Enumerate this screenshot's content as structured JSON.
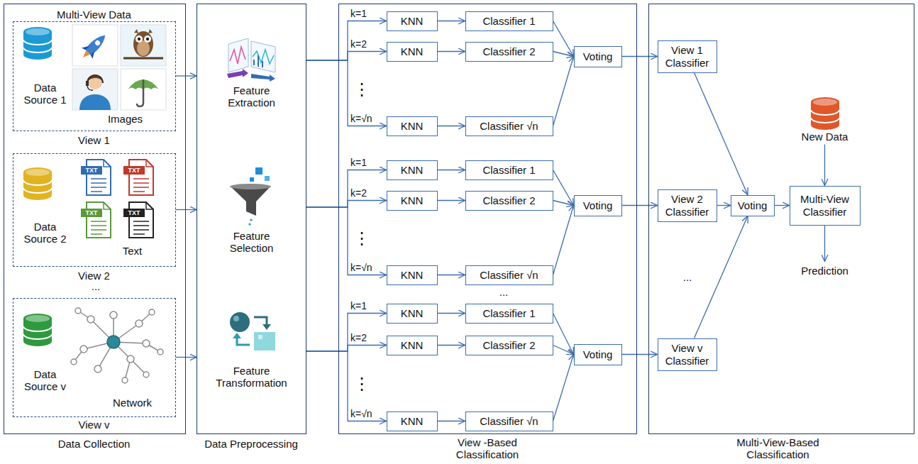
{
  "diagram": {
    "nodes": [
      {
        "text": [
          "Multi-View Data",
          "Data Collection"
        ]
      },
      {
        "text": [
          "Data Source 1",
          "Images",
          "View 1"
        ],
        "in": 0
      },
      {
        "text": [
          "Data Source 2",
          "Text",
          "View 2"
        ],
        "in": 0
      },
      {
        "text": [
          "Data Source v",
          "Network",
          "View v"
        ],
        "in": 0
      },
      {
        "text": [
          "Feature Extraction",
          "Feature Selection",
          "Feature Transformation",
          "Data Preprocessing"
        ]
      },
      {
        "text": [
          "View -Based Classification"
        ]
      },
      {
        "text": [
          "KNN"
        ],
        "in": 5
      },
      {
        "text": [
          "Classifier 1"
        ],
        "in": 5
      },
      {
        "text": [
          "KNN"
        ],
        "in": 5
      },
      {
        "text": [
          "Classifier 2"
        ],
        "in": 5
      },
      {
        "text": [
          "KNN"
        ],
        "in": 5
      },
      {
        "text": [
          "Classifier √n"
        ],
        "in": 5
      },
      {
        "text": [
          "Voting"
        ],
        "in": 5
      },
      {
        "text": [
          "KNN"
        ],
        "in": 5
      },
      {
        "text": [
          "Classifier 1"
        ],
        "in": 5
      },
      {
        "text": [
          "KNN"
        ],
        "in": 5
      },
      {
        "text": [
          "Classifier 2"
        ],
        "in": 5
      },
      {
        "text": [
          "KNN"
        ],
        "in": 5
      },
      {
        "text": [
          "Classifier √n"
        ],
        "in": 5
      },
      {
        "text": [
          "Voting"
        ],
        "in": 5
      },
      {
        "text": [
          "KNN"
        ],
        "in": 5
      },
      {
        "text": [
          "Classifier 1"
        ],
        "in": 5
      },
      {
        "text": [
          "KNN"
        ],
        "in": 5
      },
      {
        "text": [
          "Classifier 2"
        ],
        "in": 5
      },
      {
        "text": [
          "KNN"
        ],
        "in": 5
      },
      {
        "text": [
          "Classifier √n"
        ],
        "in": 5
      },
      {
        "text": [
          "Voting"
        ],
        "in": 5
      },
      {
        "text": [
          "Multi-View-Based Classification"
        ]
      },
      {
        "text": [
          "View 1 Classifier"
        ],
        "in": 27
      },
      {
        "text": [
          "View 2 Classifier"
        ],
        "in": 27
      },
      {
        "text": [
          "View v Classifier"
        ],
        "in": 27
      },
      {
        "text": [
          "Voting"
        ],
        "in": 27
      },
      {
        "text": [
          "New Data"
        ],
        "in": 27
      },
      {
        "text": [
          "Multi-View Classifier"
        ],
        "in": 27
      },
      {
        "text": [
          "Prediction"
        ],
        "in": 27
      }
    ],
    "edges": [
      {
        "from": 1,
        "to": 4,
        "arrow": "to"
      },
      {
        "from": 2,
        "to": 4,
        "arrow": "to"
      },
      {
        "from": 3,
        "to": 4,
        "arrow": "to"
      },
      {
        "from": 4,
        "to": 6,
        "arrow": "to",
        "label": "k=1"
      },
      {
        "from": 4,
        "to": 8,
        "arrow": "to",
        "label": "k=2"
      },
      {
        "from": 4,
        "to": 10,
        "arrow": "to",
        "label": "k=√n"
      },
      {
        "from": 4,
        "to": 13,
        "arrow": "to",
        "label": "k=1"
      },
      {
        "from": 4,
        "to": 15,
        "arrow": "to",
        "label": "k=2"
      },
      {
        "from": 4,
        "to": 17,
        "arrow": "to",
        "label": "k=√n"
      },
      {
        "from": 4,
        "to": 20,
        "arrow": "to",
        "label": "k=1"
      },
      {
        "from": 4,
        "to": 22,
        "arrow": "to",
        "label": "k=2"
      },
      {
        "from": 4,
        "to": 24,
        "arrow": "to",
        "label": "k=√n"
      },
      {
        "from": 6,
        "to": 7,
        "arrow": "to"
      },
      {
        "from": 8,
        "to": 9,
        "arrow": "to"
      },
      {
        "from": 10,
        "to": 11,
        "arrow": "to"
      },
      {
        "from": 7,
        "to": 12,
        "arrow": "to"
      },
      {
        "from": 9,
        "to": 12,
        "arrow": "to"
      },
      {
        "from": 11,
        "to": 12,
        "arrow": "to"
      },
      {
        "from": 12,
        "to": 28,
        "arrow": "to"
      },
      {
        "from": 13,
        "to": 14,
        "arrow": "to"
      },
      {
        "from": 15,
        "to": 16,
        "arrow": "to"
      },
      {
        "from": 17,
        "to": 18,
        "arrow": "to"
      },
      {
        "from": 14,
        "to": 19,
        "arrow": "to"
      },
      {
        "from": 16,
        "to": 19,
        "arrow": "to"
      },
      {
        "from": 18,
        "to": 19,
        "arrow": "to"
      },
      {
        "from": 19,
        "to": 29,
        "arrow": "to"
      },
      {
        "from": 20,
        "to": 21,
        "arrow": "to"
      },
      {
        "from": 22,
        "to": 23,
        "arrow": "to"
      },
      {
        "from": 24,
        "to": 25,
        "arrow": "to"
      },
      {
        "from": 21,
        "to": 26,
        "arrow": "to"
      },
      {
        "from": 23,
        "to": 26,
        "arrow": "to"
      },
      {
        "from": 25,
        "to": 26,
        "arrow": "to"
      },
      {
        "from": 26,
        "to": 30,
        "arrow": "to"
      },
      {
        "from": 28,
        "to": 31,
        "arrow": "to"
      },
      {
        "from": 29,
        "to": 31,
        "arrow": "to"
      },
      {
        "from": 30,
        "to": 31,
        "arrow": "to"
      },
      {
        "from": 31,
        "to": 33,
        "arrow": "to"
      },
      {
        "from": 32,
        "to": 33,
        "arrow": "to"
      },
      {
        "from": 33,
        "to": 34,
        "arrow": "to"
      }
    ],
    "labels": [
      "TXT",
      "TXT",
      "TXT",
      "TXT",
      "...",
      "⋮",
      "⋮",
      "⋮",
      "...",
      "..."
    ]
  }
}
